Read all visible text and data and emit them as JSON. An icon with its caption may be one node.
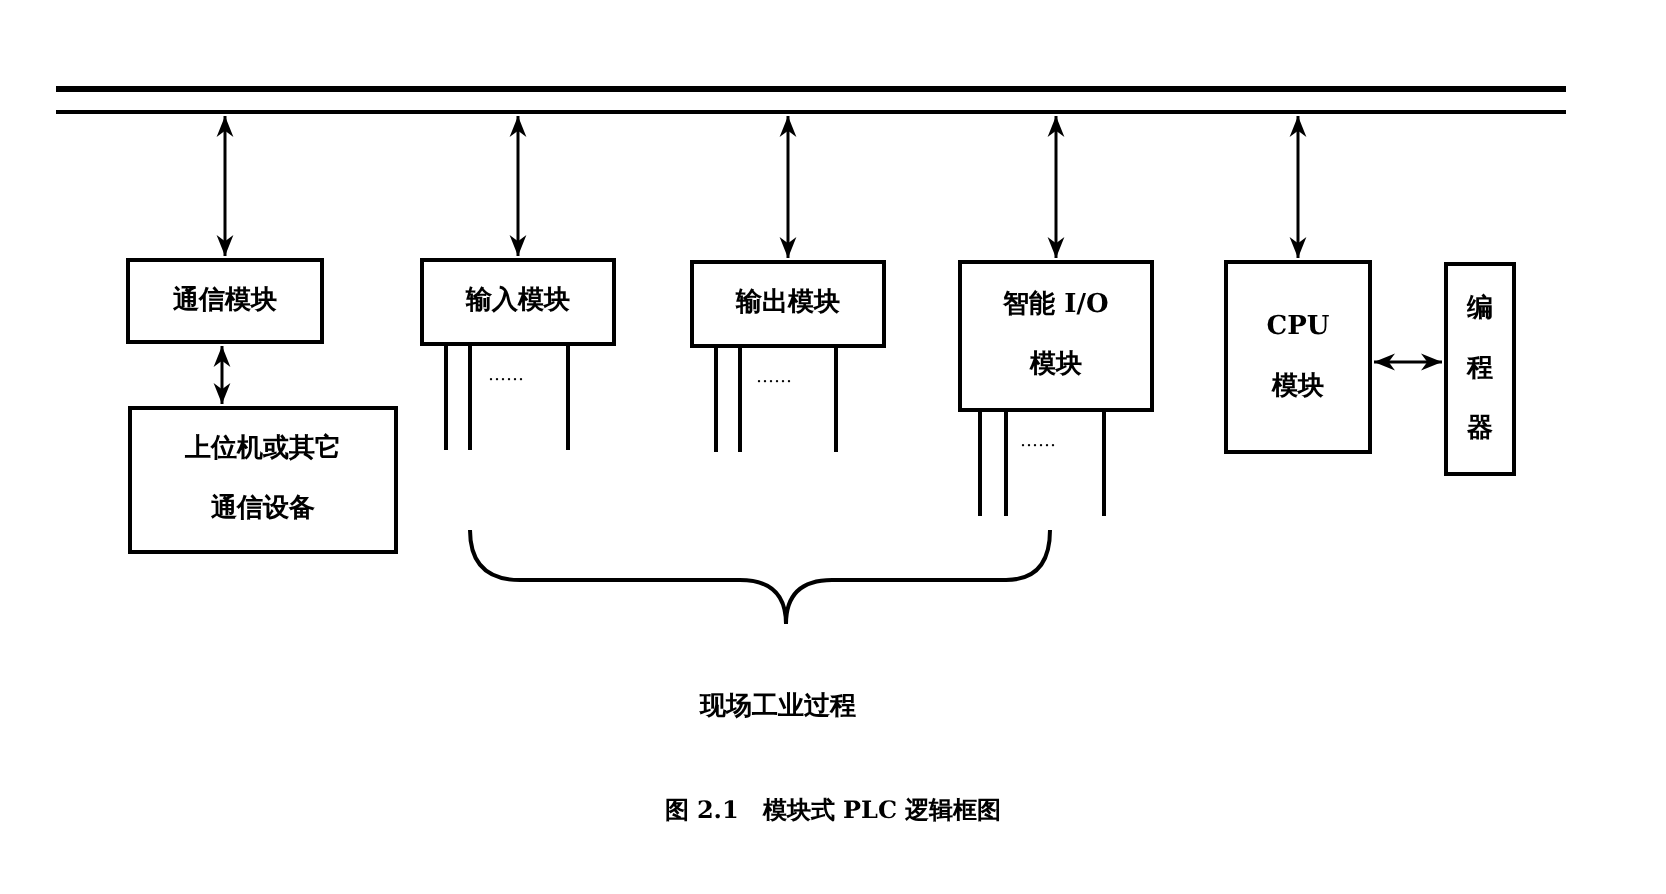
{
  "diagram": {
    "caption": "图 2.1　模块式 PLC 逻辑框图",
    "nodes": [
      {
        "text": [],
        "shape": "bar"
      },
      {
        "text": [
          "通信模块"
        ]
      },
      {
        "text": [
          "上位机或其它通信设备"
        ]
      },
      {
        "text": [
          "输入模块"
        ]
      },
      {
        "text": [
          "输出模块"
        ]
      },
      {
        "text": [
          "智能 I/O模块"
        ]
      },
      {
        "text": [
          "CPU模块"
        ]
      },
      {
        "text": [
          "编程器"
        ]
      }
    ],
    "edges": [
      {
        "from": 0,
        "to": 1,
        "arrow": "both"
      },
      {
        "from": 1,
        "to": 2,
        "arrow": "both"
      },
      {
        "from": 0,
        "to": 3,
        "arrow": "both"
      },
      {
        "from": 0,
        "to": 4,
        "arrow": "both"
      },
      {
        "from": 0,
        "to": 5,
        "arrow": "both"
      },
      {
        "from": 0,
        "to": 6,
        "arrow": "both"
      },
      {
        "from": 6,
        "to": 7,
        "arrow": "both"
      }
    ],
    "labels": [
      "……",
      "……",
      "……",
      "现场工业过程"
    ]
  }
}
